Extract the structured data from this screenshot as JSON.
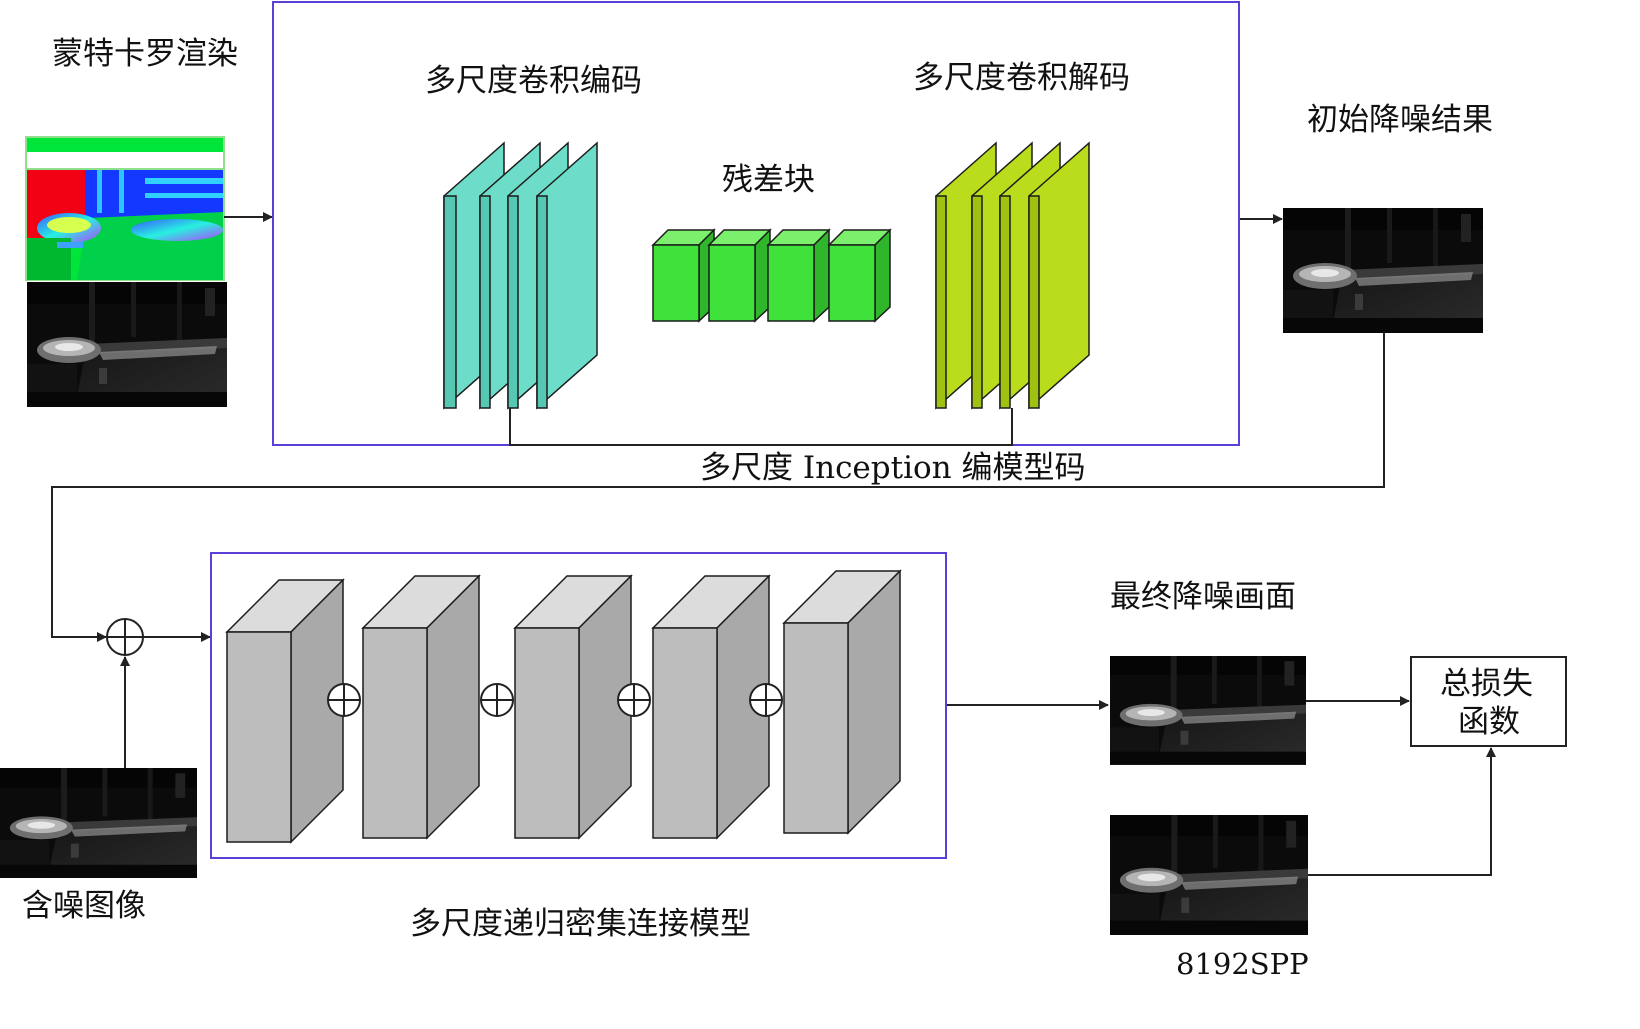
{
  "labels": {
    "mc_render": "蒙特卡罗渲染",
    "encode": "多尺度卷积编码",
    "decode": "多尺度卷积解码",
    "residual": "残差块",
    "initial_result": "初始降噪结果",
    "inception_model": "多尺度 Inception 编模型码",
    "final_frame": "最终降噪画面",
    "loss_line1": "总损失",
    "loss_line2": "函数",
    "noisy_image": "含噪图像",
    "dense_model": "多尺度递归密集连接模型",
    "reference_spp": "8192SPP"
  },
  "colors": {
    "frame_border": "#5b3fd6",
    "encoder_fill": "#6dddc9",
    "residual_fill": "#3fe23a",
    "decoder_fill": "#b9dc1c",
    "dense_front": "#bdbdbd",
    "dense_top": "#dcdcdc",
    "dense_side": "#a9a9a9"
  },
  "icons": [
    "sum-node-icon",
    "arrow-head-icon"
  ]
}
